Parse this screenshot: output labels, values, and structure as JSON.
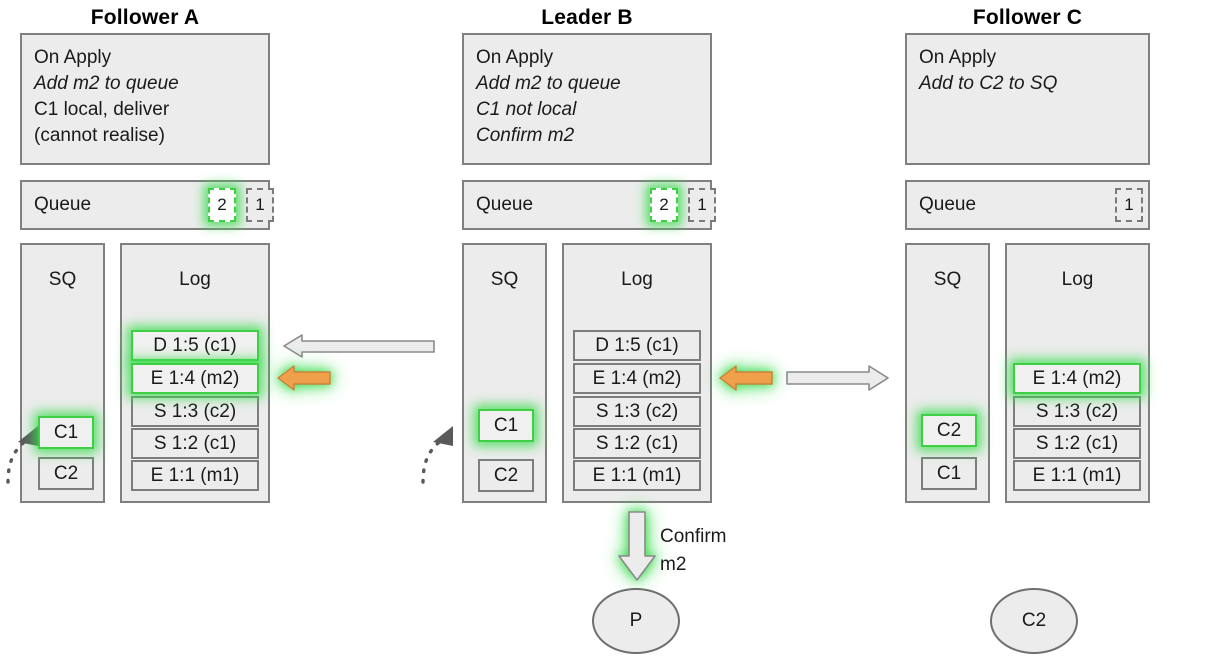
{
  "diagram": {
    "title_font_color": "#000000",
    "panel_bg": "#ececec",
    "panel_border": "#808080",
    "highlight_color": "#3ecf45",
    "orange_arrow_color": "#f0a04b",
    "gray_arrow_color": "#ececec"
  },
  "columns": [
    {
      "id": "follower-a",
      "title": "Follower A",
      "on_apply": {
        "lines": [
          {
            "text": "On Apply",
            "italic": false
          },
          {
            "text": "Add m2 to queue",
            "italic": true
          },
          {
            "text": "C1 local, deliver",
            "italic": false
          },
          {
            "text": "(cannot realise)",
            "italic": false
          }
        ]
      },
      "queue": {
        "label": "Queue",
        "items": [
          {
            "value": "2",
            "highlighted": true
          },
          {
            "value": "1",
            "highlighted": false
          }
        ]
      },
      "sq": {
        "header": "SQ",
        "items": [
          {
            "value": "C1",
            "highlighted": true
          },
          {
            "value": "C2",
            "highlighted": false
          }
        ]
      },
      "log": {
        "header": "Log",
        "entries": [
          {
            "value": "D 1:5 (c1)",
            "highlighted": true
          },
          {
            "value": "E 1:4 (m2)",
            "highlighted": true
          },
          {
            "value": "S 1:3 (c2)",
            "highlighted": false
          },
          {
            "value": "S 1:2 (c1)",
            "highlighted": false
          },
          {
            "value": "E 1:1 (m1)",
            "highlighted": false
          }
        ]
      }
    },
    {
      "id": "leader-b",
      "title": "Leader B",
      "on_apply": {
        "lines": [
          {
            "text": "On Apply",
            "italic": false
          },
          {
            "text": "Add m2 to queue",
            "italic": true
          },
          {
            "text": "C1 not local",
            "italic": true
          },
          {
            "text": "Confirm m2",
            "italic": true
          }
        ]
      },
      "queue": {
        "label": "Queue",
        "items": [
          {
            "value": "2",
            "highlighted": true
          },
          {
            "value": "1",
            "highlighted": false
          }
        ]
      },
      "sq": {
        "header": "SQ",
        "items": [
          {
            "value": "C1",
            "highlighted": true
          },
          {
            "value": "C2",
            "highlighted": false
          }
        ]
      },
      "log": {
        "header": "Log",
        "entries": [
          {
            "value": "D 1:5 (c1)",
            "highlighted": false
          },
          {
            "value": "E 1:4 (m2)",
            "highlighted": false
          },
          {
            "value": "S 1:3 (c2)",
            "highlighted": false
          },
          {
            "value": "S 1:2 (c1)",
            "highlighted": false
          },
          {
            "value": "E 1:1 (m1)",
            "highlighted": false
          }
        ]
      }
    },
    {
      "id": "follower-c",
      "title": "Follower C",
      "on_apply": {
        "lines": [
          {
            "text": "On Apply",
            "italic": false
          },
          {
            "text": "Add to C2 to SQ",
            "italic": true
          }
        ]
      },
      "queue": {
        "label": "Queue",
        "items": [
          {
            "value": "1",
            "highlighted": false
          }
        ]
      },
      "sq": {
        "header": "SQ",
        "items": [
          {
            "value": "C2",
            "highlighted": true
          },
          {
            "value": "C1",
            "highlighted": false
          }
        ]
      },
      "log": {
        "header": "Log",
        "entries": [
          {
            "value": "E 1:4 (m2)",
            "highlighted": true
          },
          {
            "value": "S 1:3 (c2)",
            "highlighted": false
          },
          {
            "value": "S 1:2 (c1)",
            "highlighted": false
          },
          {
            "value": "E 1:1 (m1)",
            "highlighted": false
          }
        ]
      }
    }
  ],
  "annotations": {
    "confirm_label_line1": "Confirm",
    "confirm_label_line2": "m2"
  },
  "nodes": [
    {
      "id": "p-node",
      "label": "P"
    },
    {
      "id": "c2-node",
      "label": "C2"
    }
  ]
}
